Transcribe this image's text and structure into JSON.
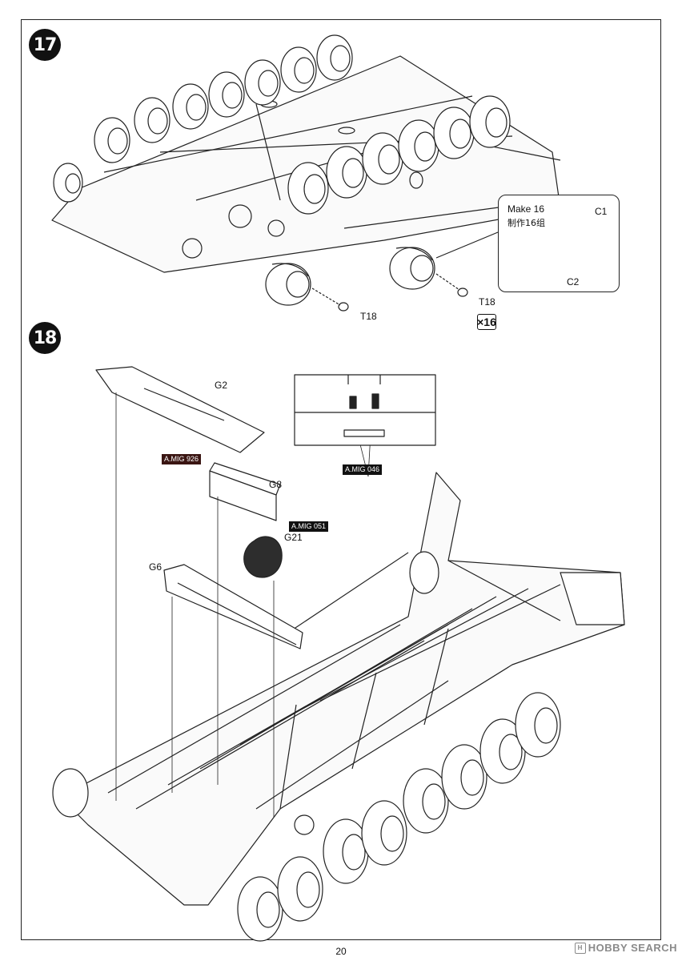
{
  "steps": [
    {
      "number": "17"
    },
    {
      "number": "18"
    }
  ],
  "step17": {
    "callout_line1": "Make 16",
    "callout_line2": "制作16组",
    "part_c1": "C1",
    "part_c2": "C2",
    "part_t18_left": "T18",
    "part_t18_right": "T18",
    "quantity": "×16"
  },
  "step18": {
    "part_g2": "G2",
    "part_g8": "G8",
    "part_g21": "G21",
    "part_g6": "G6",
    "paint_926": "A.MIG 926",
    "paint_051": "A.MIG 051",
    "paint_046": "A.MIG 046"
  },
  "footer": {
    "page_number": "20",
    "watermark": "HOBBY SEARCH"
  }
}
